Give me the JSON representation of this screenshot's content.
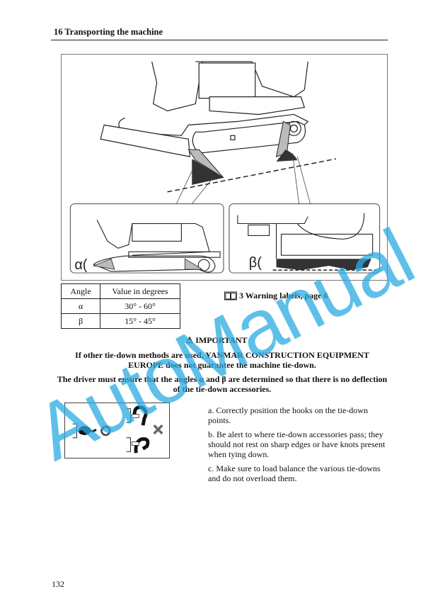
{
  "header": {
    "section_title": "16 Transporting the machine"
  },
  "figure": {
    "description": "Excavator tie-down illustration with detail insets",
    "inset_left_angle_label": "α",
    "inset_right_angle_label": "β"
  },
  "angle_table": {
    "headers": [
      "Angle",
      "Value in degrees"
    ],
    "rows": [
      {
        "angle": "α",
        "value": "30° - 60°"
      },
      {
        "angle": "β",
        "value": "15° - 45°"
      }
    ]
  },
  "cross_reference": {
    "icon": "book-icon",
    "text": "3 Warning labels, page 6"
  },
  "important": {
    "icon": "warning-triangle-icon",
    "icon_glyph": "⚠",
    "title": "IMPORTANT",
    "paragraph_1": "If other tie-down methods are used, YANMAR CONSTRUCTION EQUIPMENT EUROPE does not guarantee the machine tie-down.",
    "paragraph_2": "The driver must ensure that the angles α and β are determined so that there is no deflection of the tie-down accessories."
  },
  "hook_figure": {
    "correct_symbol": "O",
    "incorrect_symbol": "×"
  },
  "instructions": [
    {
      "text": "a. Correctly position the hooks on the tie-down points."
    },
    {
      "text": "b. Be alert to where tie-down accessories pass; they should not rest on sharp edges or have knots present when tying down."
    },
    {
      "text": "c. Make sure to load balance the various tie-downs and do not overload them."
    }
  ],
  "footer": {
    "page_number": "132"
  },
  "watermark": {
    "text": "AutoManual",
    "color": "#29abe2"
  }
}
